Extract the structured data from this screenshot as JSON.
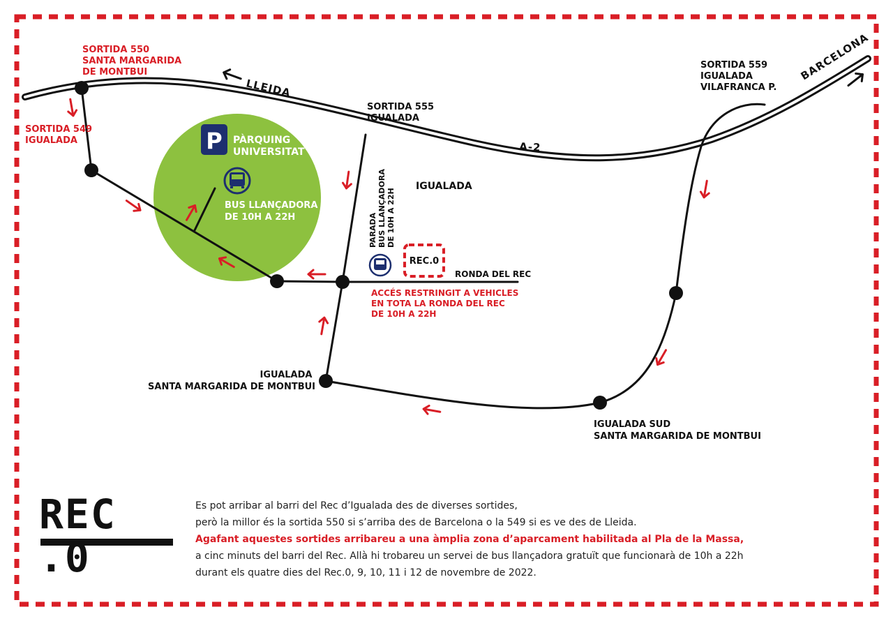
{
  "colors": {
    "red": "#d91e26",
    "green": "#8dc13f",
    "navy": "#1d2f6f",
    "black": "#111111"
  },
  "icons": {
    "parking": "parking-icon",
    "bus": "bus-icon",
    "direction_arrow": "arrow-icon"
  },
  "labels": {
    "exit550": [
      "SORTIDA 550",
      "SANTA MARGARIDA",
      "DE MONTBUI"
    ],
    "exit549": [
      "SORTIDA 549",
      "IGUALADA"
    ],
    "exit555": [
      "SORTIDA 555",
      "IGUALADA"
    ],
    "exit559": [
      "SORTIDA 559",
      "IGUALADA",
      "VILAFRANCA P."
    ],
    "lleida": "LLEIDA",
    "barcelona": "BARCELONA",
    "a2": "A-2",
    "igualada_town": "IGUALADA",
    "parking_name": [
      "PÀRQUING",
      "UNIVERSITAT"
    ],
    "parking_letter": "P",
    "bus_shuttle": [
      "BUS LLANÇADORA",
      "DE 10H A 22H"
    ],
    "bus_stop": [
      "PARADA",
      "BUS LLANÇADORA",
      "DE 10H A 22H"
    ],
    "rec0_box": "REC.0",
    "ronda": "RONDA DEL REC",
    "restricted": [
      "ACCÉS RESTRINGIT A VEHICLES",
      "EN TOTA LA RONDA DEL REC",
      "DE 10H A 22H"
    ],
    "igualada_smm": [
      "IGUALADA",
      "SANTA MARGARIDA DE MONTBUI"
    ],
    "igualada_sud": [
      "IGUALADA  SUD",
      "SANTA MARGARIDA DE MONTBUI"
    ]
  },
  "logo": {
    "text": "REC .0"
  },
  "info": {
    "line1": "Es pot arribar al barri del Rec d’Igualada des de diverses sortides,",
    "line2": "però la millor és la sortida 550 si s’arriba des de Barcelona o la 549 si es ve des de Lleida.",
    "highlight": "Agafant aquestes sortides arribareu a una àmplia zona d’aparcament habilitada al Pla de la Massa,",
    "line4": "a cinc minuts del barri del Rec. Allà hi trobareu un servei de bus llançadora gratuït que funcionarà de 10h a 22h",
    "line5": "durant els quatre dies del Rec.0, 9, 10, 11 i 12 de novembre de 2022."
  }
}
